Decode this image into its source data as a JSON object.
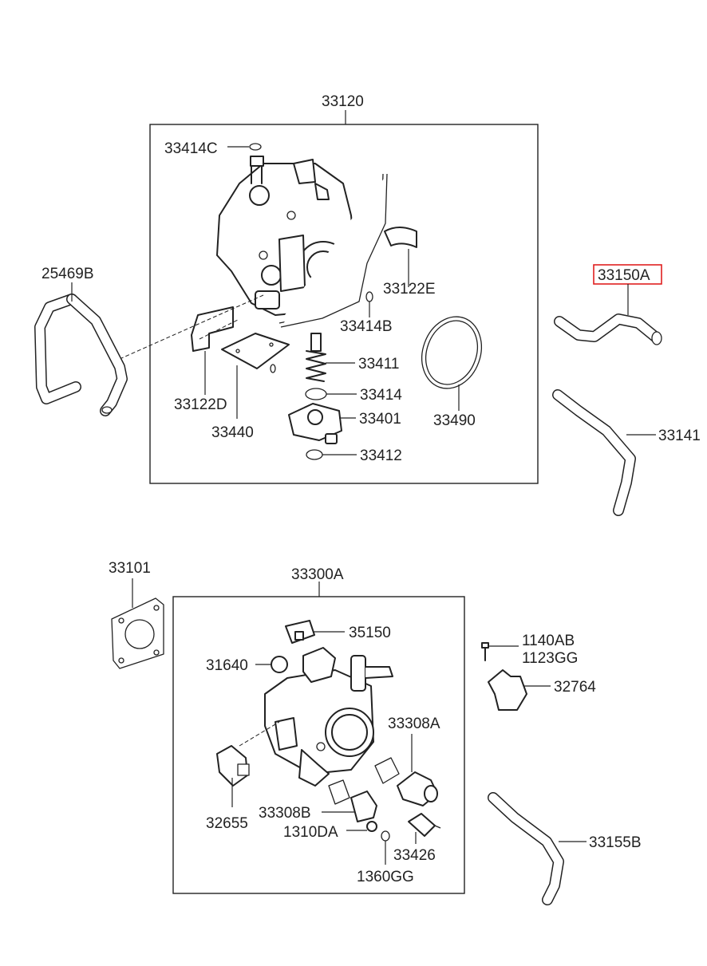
{
  "labels": {
    "p33120": "33120",
    "p33414C": "33414C",
    "p25469B": "25469B",
    "p33150A": "33150A",
    "p33122E": "33122E",
    "p33414B": "33414B",
    "p33411": "33411",
    "p33414": "33414",
    "p33401": "33401",
    "p33412": "33412",
    "p33490": "33490",
    "p33122D": "33122D",
    "p33440": "33440",
    "p33141": "33141",
    "p33101": "33101",
    "p33300A": "33300A",
    "p35150": "35150",
    "p31640": "31640",
    "p1140AB": "1140AB",
    "p1123GG": "1123GG",
    "p32764": "32764",
    "p33308A": "33308A",
    "p33308B": "33308B",
    "p32655": "32655",
    "p1310DA": "1310DA",
    "p33426": "33426",
    "p1360GG": "1360GG",
    "p33155B": "33155B"
  },
  "highlight": {
    "part": "33150A",
    "color": "#e02020"
  }
}
